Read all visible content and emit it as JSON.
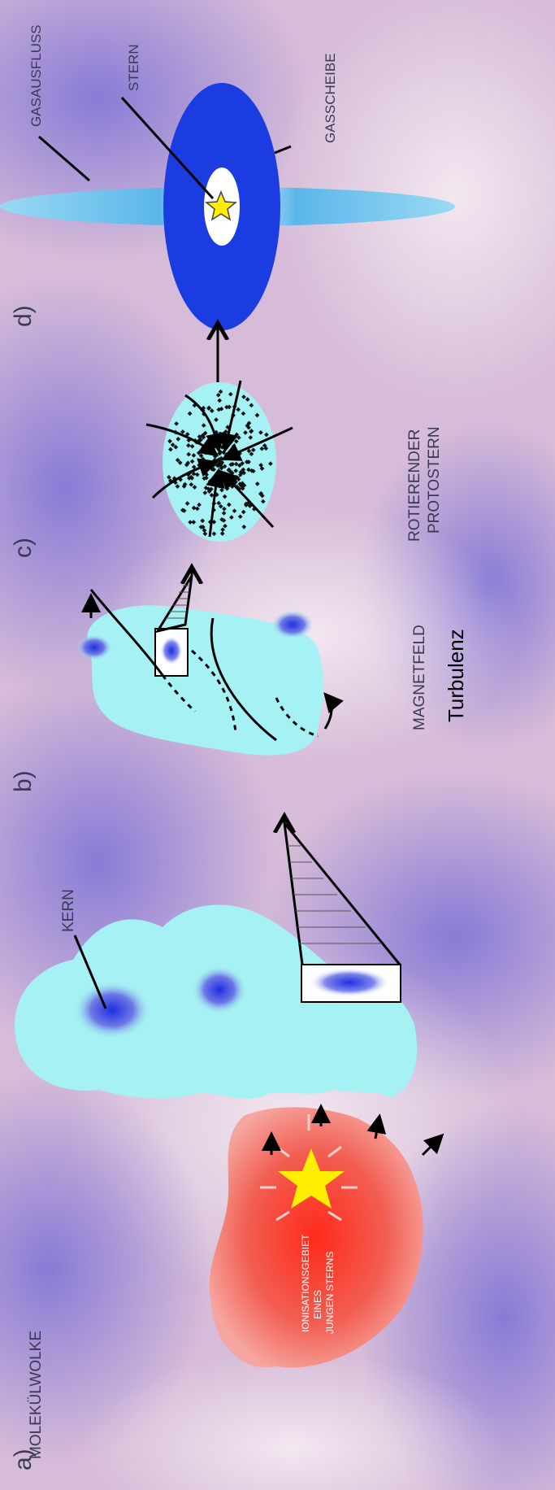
{
  "panels": {
    "a": {
      "letter": "a)",
      "cloud_label": "MOLEKÜLWOLKE",
      "core_label": "KERN",
      "ionization_lines": [
        "IONISATIONSGEBIET",
        "EINES",
        "JUNGEN STERNS"
      ]
    },
    "b": {
      "letter": "b)",
      "field_label": "MAGNETFELD",
      "turbulence_label": "Turbulenz"
    },
    "c": {
      "letter": "c)",
      "protostar_lines": [
        "ROTIERENDER",
        "PROTOSTERN"
      ]
    },
    "d": {
      "letter": "d)",
      "outflow_label": "GASAUSFLUSS",
      "star_label": "STERN",
      "disk_label": "GASSCHEIBE"
    }
  },
  "colors": {
    "cloud": "#a6f1f4",
    "core": "#2c39d6",
    "disk": "#1a3ce0",
    "ionization": "#f06a5e",
    "star": "#ffee00",
    "background": "#d8bdd8"
  }
}
